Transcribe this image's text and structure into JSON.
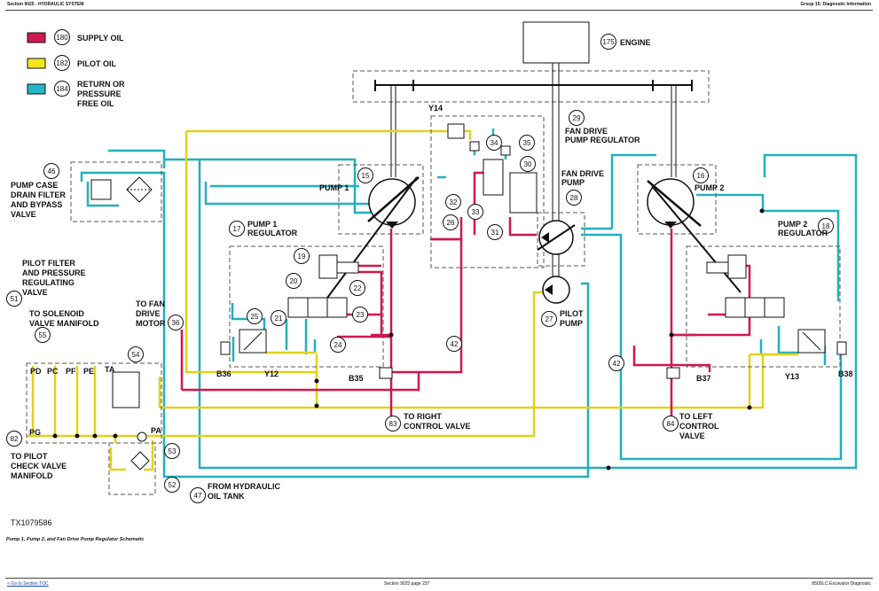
{
  "header": {
    "left": "Section 9025 - HYDRAULIC SYSTEM",
    "right": "Group 15: Diagnostic Information"
  },
  "legend": [
    {
      "num": "180",
      "label_lines": [
        "SUPPLY OIL"
      ],
      "color": "#d0174e"
    },
    {
      "num": "182",
      "label_lines": [
        "PILOT OIL"
      ],
      "color": "#f1e61d"
    },
    {
      "num": "184",
      "label_lines": [
        "RETURN OR",
        "PRESSURE",
        "FREE OIL"
      ],
      "color": "#22b7c5"
    }
  ],
  "colors": {
    "supply": "#d0174e",
    "pilot": "#e2d21a",
    "return": "#22b0bd",
    "line": "#111111"
  },
  "labels": {
    "engine": "ENGINE",
    "fan_reg": [
      "FAN DRIVE",
      "PUMP REGULATOR"
    ],
    "fan_pump": [
      "FAN DRIVE",
      "PUMP"
    ],
    "pump1": "PUMP 1",
    "pump2": "PUMP 2",
    "pump1_reg": [
      "PUMP 1",
      "REGULATOR"
    ],
    "pump2_reg": [
      "PUMP 2",
      "REGULATOR"
    ],
    "case_drain": [
      "PUMP CASE",
      "DRAIN FILTER",
      "AND BYPASS",
      "VALVE"
    ],
    "pilot_filter": [
      "PILOT FILTER",
      "AND PRESSURE",
      "REGULATING",
      "VALVE"
    ],
    "to_solenoid": [
      "TO SOLENOID",
      "VALVE MANIFOLD"
    ],
    "to_fan_motor": [
      "TO FAN",
      "DRIVE",
      "MOTOR"
    ],
    "pilot_pump": [
      "PILOT",
      "PUMP"
    ],
    "to_right_cv": [
      "TO RIGHT",
      "CONTROL VALVE"
    ],
    "to_left_cv": [
      "TO LEFT",
      "CONTROL",
      "VALVE"
    ],
    "to_pilot_check": [
      "TO PILOT",
      "CHECK VALVE",
      "MANIFOLD"
    ],
    "from_tank": [
      "FROM HYDRAULIC",
      "OIL TANK"
    ],
    "y14": "Y14",
    "y12": "Y12",
    "y13": "Y13",
    "b35": "B35",
    "b36": "B36",
    "b37": "B37",
    "b38": "B38",
    "pd": "PD",
    "pc": "PC",
    "pf": "PF",
    "pe": "PE",
    "ta": "TA",
    "pg": "PG",
    "pa": "PA"
  },
  "callouts": {
    "c175": "175",
    "c29": "29",
    "c34": "34",
    "c35": "35",
    "c30": "30",
    "c28": "28",
    "c32": "32",
    "c33": "33",
    "c26": "26",
    "c31": "31",
    "c15": "15",
    "c16": "16",
    "c17": "17",
    "c18": "18",
    "c19": "19",
    "c20": "20",
    "c22": "22",
    "c21": "21",
    "c25": "25",
    "c23": "23",
    "c24": "24",
    "c42a": "42",
    "c42b": "42",
    "c27": "27",
    "c46": "46",
    "c51": "51",
    "c55": "55",
    "c36": "36",
    "c54": "54",
    "c82": "82",
    "c53": "53",
    "c52": "52",
    "c47": "47",
    "c83": "83",
    "c84": "84"
  },
  "figure_id": "TX1079586",
  "caption": "Pump 1, Pump 2, and Fan Drive Pump Regulator Schematic",
  "footer": {
    "left": "<-Go to Section TOC",
    "center": "Section 9025 page 237",
    "right": "850DLC Excavator Diagnostic"
  }
}
